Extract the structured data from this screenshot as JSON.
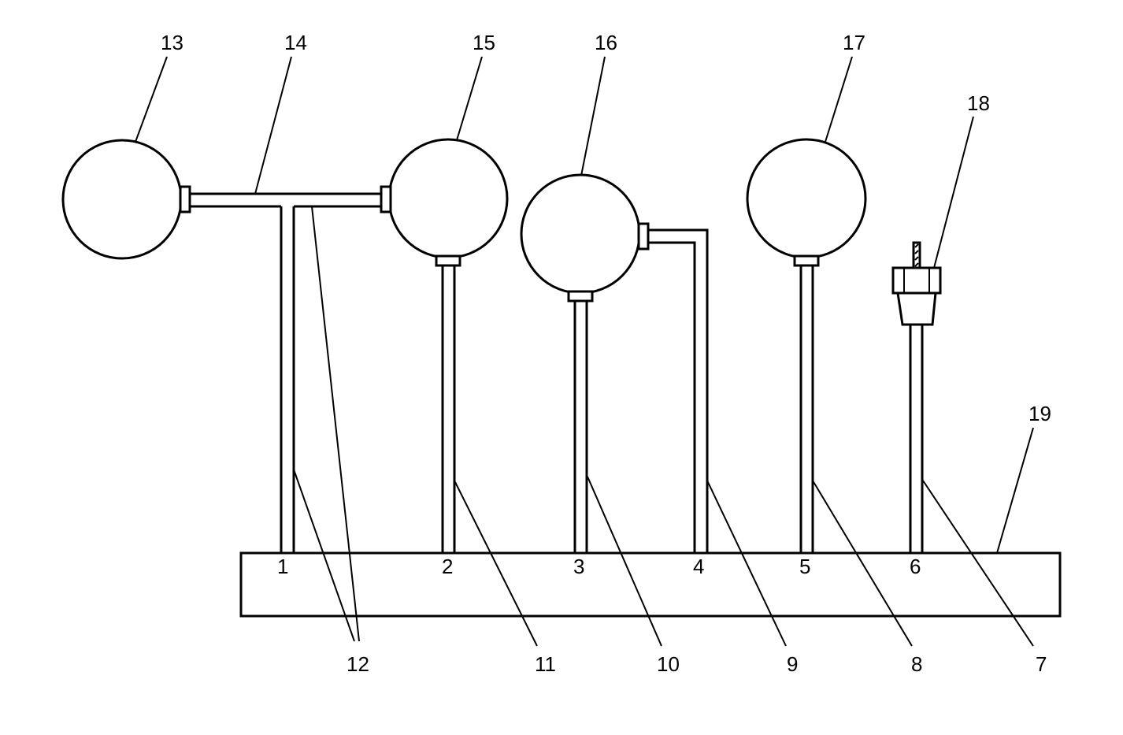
{
  "diagram": {
    "port_labels": [
      "1",
      "2",
      "3",
      "4",
      "5",
      "6"
    ],
    "callouts": {
      "c13": "13",
      "c14": "14",
      "c15": "15",
      "c16": "16",
      "c17": "17",
      "c18": "18",
      "c19": "19",
      "c12": "12",
      "c11": "11",
      "c10": "10",
      "c9": "9",
      "c8": "8",
      "c7": "7"
    }
  }
}
